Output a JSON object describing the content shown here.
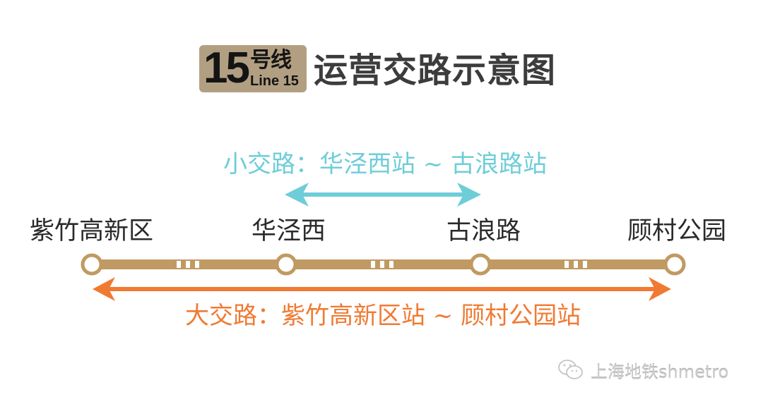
{
  "header": {
    "badge": {
      "number": "15",
      "chinese": "号线",
      "english": "Line 15",
      "color": "#b29f82"
    },
    "title": "运营交路示意图"
  },
  "routes": {
    "short": {
      "label": "小交路：华泾西站 ~ 古浪路站",
      "from": "华泾西站",
      "to": "古浪路站",
      "color": "#6ecdd8"
    },
    "long": {
      "label": "大交路：紫竹高新区站 ~ 顾村公园站",
      "from": "紫竹高新区站",
      "to": "顾村公园站",
      "color": "#f07a32"
    }
  },
  "line": {
    "color": "#c09a62",
    "stations": [
      {
        "name": "紫竹高新区"
      },
      {
        "name": "华泾西"
      },
      {
        "name": "古浪路"
      },
      {
        "name": "顾村公园"
      }
    ],
    "gap_marker": "···"
  },
  "watermark": {
    "icon": "wechat-icon",
    "text": "上海地铁shmetro"
  }
}
